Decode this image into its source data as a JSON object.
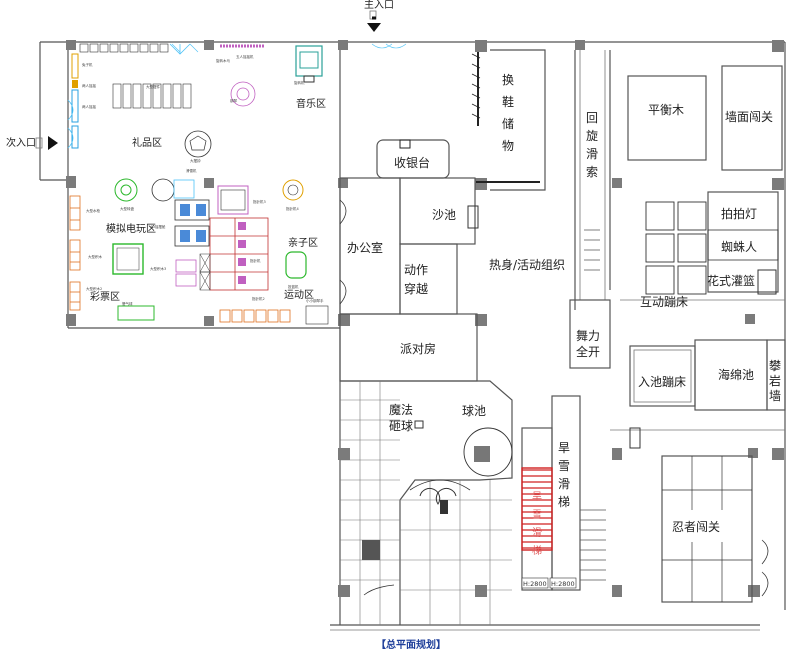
{
  "caption": "【总平面规划】",
  "entrances": {
    "main": "主入口",
    "secondary": "次入口"
  },
  "zones": {
    "gift": "礼品区",
    "music": "音乐区",
    "sim_game": "模拟电玩区",
    "lottery": "彩票区",
    "parent_child": "亲子区",
    "sports": "运动区"
  },
  "rooms": {
    "shoe_storage": "换鞋储物",
    "cashier": "收银台",
    "office": "办公室",
    "sand_pool": "沙池",
    "action_pass": "动作穿越",
    "warmup": "热身/活动组织",
    "party_room": "派对房",
    "magic_ball": "魔法砸球",
    "ball_pool": "球池",
    "zipline": "回旋滑索",
    "balance_beam": "平衡木",
    "wall_challenge": "墙面闯关",
    "whack_light": "拍拍灯",
    "spiderman": "蜘蛛人",
    "flower_irrigation": "花式灌篮",
    "interactive_trampoline": "互动蹦床",
    "dance_stage": "舞力全开",
    "pit_trampoline": "入池蹦床",
    "foam_pit": "海绵池",
    "climbing_wall": "攀岩墙",
    "dry_snow_slide": "旱雪滑梯",
    "ninja_challenge": "忍者闯关"
  },
  "dimensions": {
    "h1": "H:2800",
    "h2": "H:2800"
  },
  "equipment_labels": [
    "两人摇摇",
    "五人摇摇机",
    "大摆钟",
    "大型摆件",
    "大型水枪",
    "大型积木",
    "大型转盘",
    "大型积木2",
    "大型积木3",
    "蟹气球",
    "指针机",
    "指针机2",
    "指针机3",
    "指针机4",
    "投篮机",
    "钢琴",
    "旋转木马",
    "旋转机",
    "4D摇摆舱",
    "滑雪机",
    "兔子机",
    "小小钢琴手"
  ]
}
